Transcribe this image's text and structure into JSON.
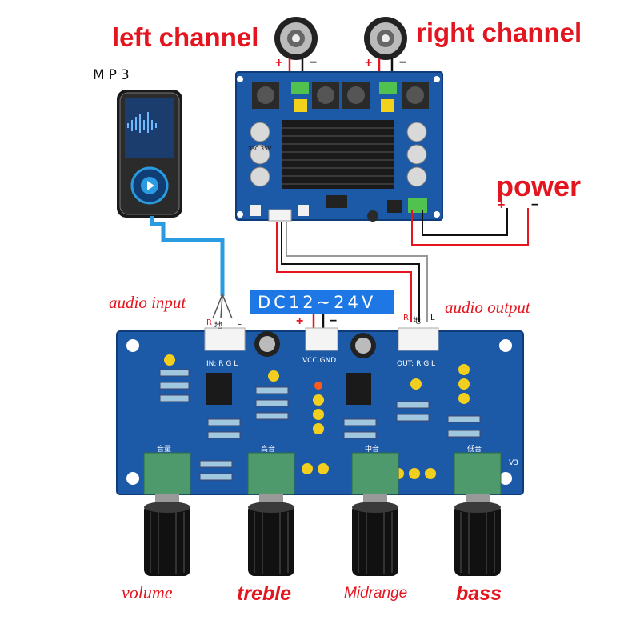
{
  "labels": {
    "left_channel": "left channel",
    "right_channel": "right channel",
    "power": "power",
    "mp3": "MP3",
    "dc_range": "DC12~24V",
    "audio_input": "audio input",
    "audio_output": "audio output"
  },
  "knobs": {
    "volume": "volume",
    "treble": "treble",
    "midrange": "Midrange",
    "bass": "bass"
  },
  "polarity": {
    "plus": "+",
    "minus": "−"
  },
  "pins": {
    "in_r": "R",
    "in_g": "地",
    "in_l": "L",
    "out_r": "R",
    "out_g": "地",
    "out_l": "L"
  },
  "board": {
    "in_header": "IN: R  G  L",
    "out_header": "OUT: R  G  L",
    "vcc_gnd": "VCC GND",
    "pot_volume": "音量",
    "pot_treble": "高音",
    "pot_mid": "中音",
    "pot_bass": "低音",
    "version": "V3",
    "cap_label": "330 35V"
  },
  "colors": {
    "label_red": "#e3151f",
    "pcb_blue": "#1c5aa8",
    "dc_badge": "#1d78e6",
    "cable_blue": "#2a9be0"
  }
}
